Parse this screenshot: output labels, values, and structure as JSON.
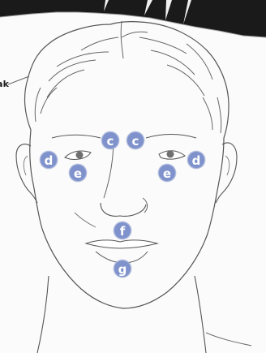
{
  "page_edge_text": "ak",
  "markers": {
    "brow_left": "c",
    "brow_right": "c",
    "temple_left": "d",
    "temple_right": "d",
    "eye_left": "e",
    "eye_right": "e",
    "nose": "f",
    "chin": "g"
  },
  "colors": {
    "marker_fill": "#7f92cc",
    "line": "#555555",
    "hair_block": "#1a1a1a"
  }
}
